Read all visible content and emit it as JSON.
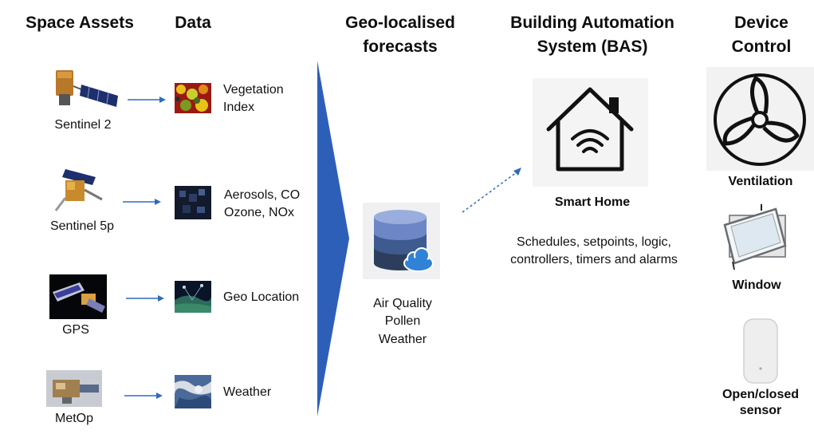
{
  "headers": {
    "space_assets": "Space Assets",
    "data": "Data",
    "forecasts": "Geo-localised forecasts",
    "bas": "Building Automation System (BAS)",
    "device_control": "Device Control"
  },
  "assets": [
    {
      "name": "Sentinel 2",
      "data": "Vegetation Index"
    },
    {
      "name": "Sentinel 5p",
      "data": "Aerosols, CO Ozone, NOx"
    },
    {
      "name": "GPS",
      "data": "Geo Location"
    },
    {
      "name": "MetOp",
      "data": "Weather"
    }
  ],
  "forecasts": {
    "line1": "Air Quality",
    "line2": "Pollen",
    "line3": "Weather"
  },
  "bas": {
    "title": "Smart Home",
    "description": "Schedules, setpoints, logic, controllers, timers and alarms"
  },
  "devices": [
    {
      "name": "Ventilation"
    },
    {
      "name": "Window"
    },
    {
      "name": "Open/closed sensor"
    }
  ],
  "colors": {
    "accent_blue": "#2e5fb8",
    "arrow_blue": "#2f6bbf",
    "db_top": "#6d86c6",
    "db_mid": "#3f5a8f",
    "db_bottom": "#2c3e5c",
    "cloud": "#2f82d6"
  }
}
